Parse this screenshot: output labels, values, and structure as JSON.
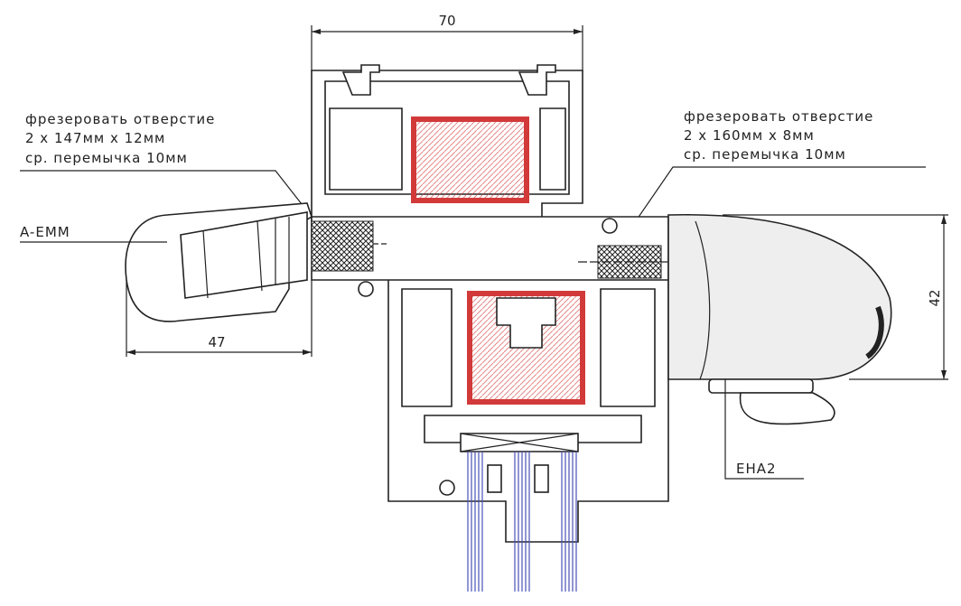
{
  "dimensions": {
    "top_width": "70",
    "left_offset": "47",
    "right_height": "42"
  },
  "labels": {
    "left_handle": "A-EMM",
    "right_handle": "EHA2"
  },
  "note_left": {
    "line1": "фрезеровать отверстие",
    "line2": "2 x 147мм x 12мм",
    "line3": "ср. перемычка 10мм"
  },
  "note_right": {
    "line1": "фрезеровать отверстие",
    "line2": "2 x 160мм x 8мм",
    "line3": "ср. перемычка 10мм"
  },
  "colors": {
    "reinforcement": "#d23a3a",
    "glass": "#4a52b8",
    "line": "#222222"
  }
}
